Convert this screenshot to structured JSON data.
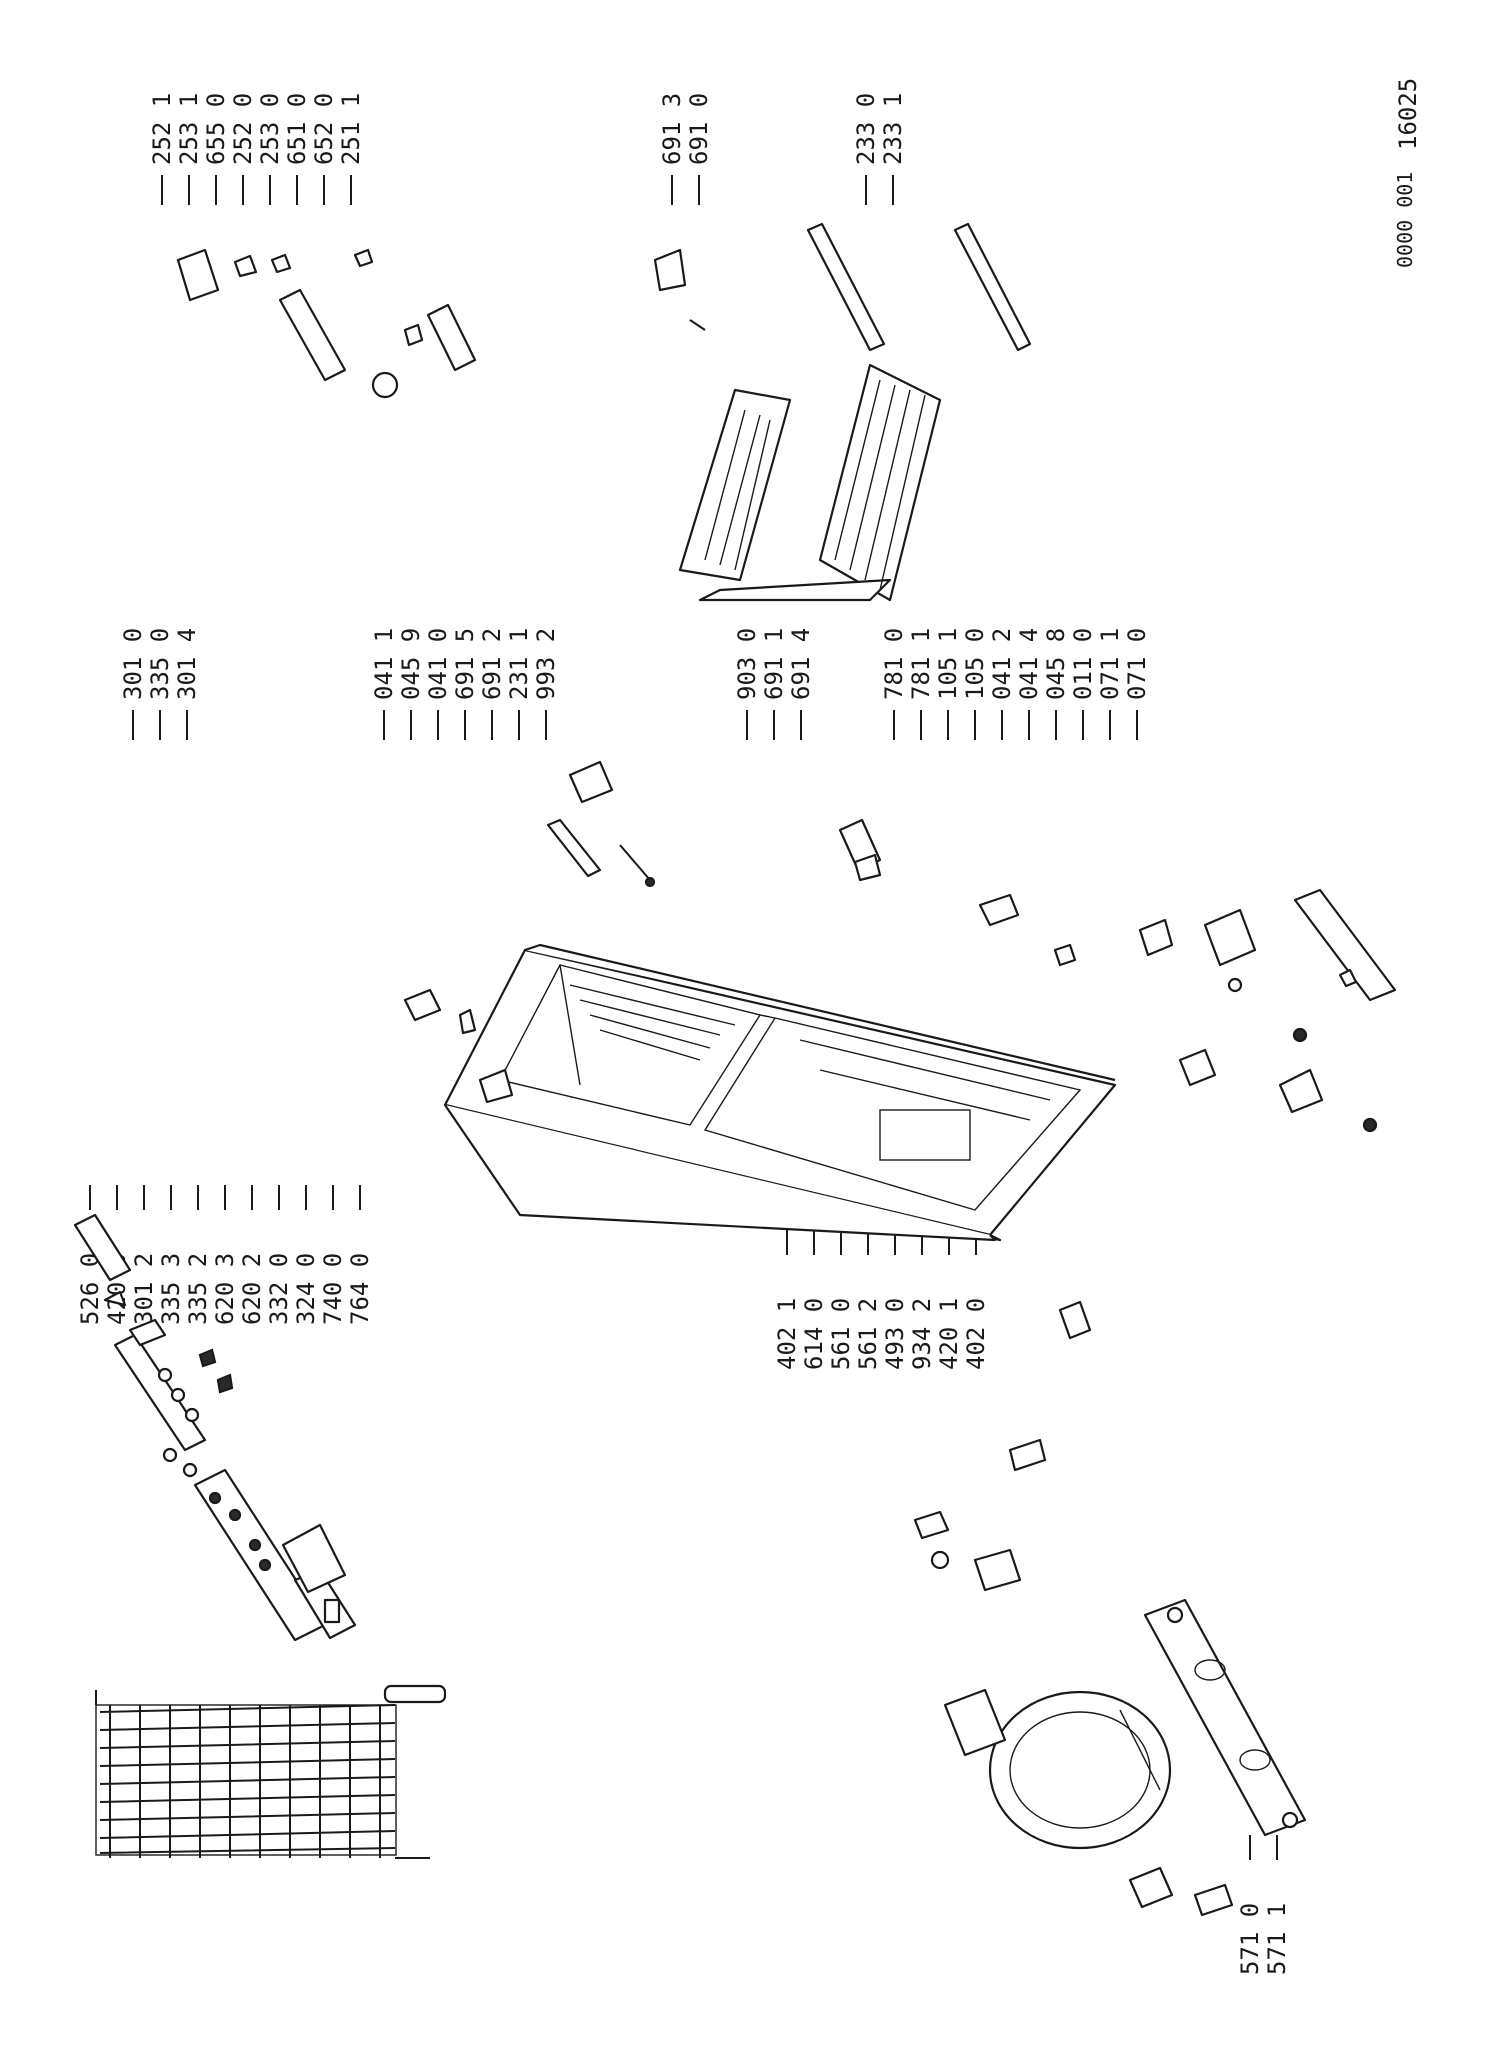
{
  "drawing": {
    "reference": "0000 001",
    "number": "16025"
  },
  "labels": {
    "g1": [
      "526 0",
      "420 0",
      "301 2",
      "335 3",
      "335 2",
      "620 3",
      "620 2",
      "332 0",
      "324 0",
      "740 0",
      "764 0"
    ],
    "g2": [
      "301 0",
      "335 0",
      "301 4"
    ],
    "g3": [
      "041 1",
      "045 9",
      "041 0",
      "691 5",
      "691 2",
      "231 1",
      "993 2"
    ],
    "g4": [
      "903 0",
      "691 1",
      "691 4"
    ],
    "g5": [
      "781 0",
      "781 1",
      "105 1",
      "105 0",
      "041 2",
      "041 4",
      "045 8",
      "011 0",
      "071 1",
      "071 0"
    ],
    "g6": [
      "252 1",
      "253 1",
      "655 0",
      "252 0",
      "253 0",
      "651 0",
      "652 0",
      "251 1"
    ],
    "g7": [
      "691 3",
      "691 0"
    ],
    "g8": [
      "233 0",
      "233 1"
    ],
    "g9": [
      "402 1",
      "614 0",
      "561 0",
      "561 2",
      "493 0",
      "934 2",
      "420 1",
      "402 0"
    ],
    "g10": [
      "571 0",
      "571 1"
    ]
  }
}
